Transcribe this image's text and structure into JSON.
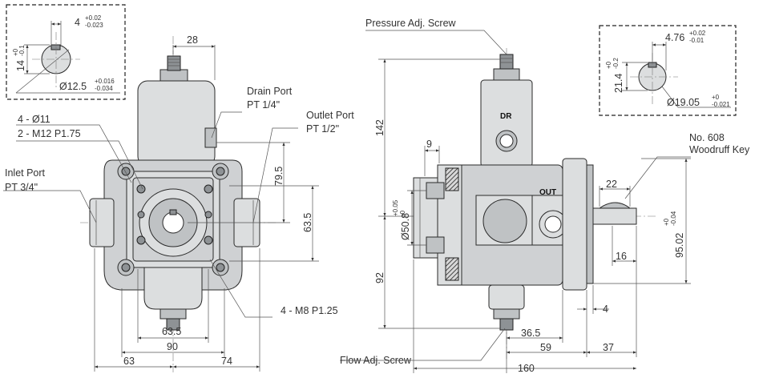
{
  "left_inset": {
    "key_width": "4",
    "key_width_tol_upper": "+0.02",
    "key_width_tol_lower": "-0.023",
    "key_depth": "14",
    "key_depth_tol_upper": "+0",
    "key_depth_tol_lower": "-0.1",
    "shaft_dia": "Ø12.5",
    "shaft_dia_tol_upper": "+0.016",
    "shaft_dia_tol_lower": "-0.034"
  },
  "front_view": {
    "dim_top": "28",
    "drain_port": "Drain Port",
    "drain_port_size": "PT 1/4\"",
    "outlet_port": "Outlet Port",
    "outlet_port_size": "PT 1/2\"",
    "bolt_holes": "4 - Ø11",
    "threads": "2 - M12 P1.75",
    "inlet_port": "Inlet Port",
    "inlet_port_size": "PT 3/4\"",
    "dim_vert_1": "79.5",
    "dim_vert_2": "63.5",
    "bolt_thread": "4 - M8 P1.25",
    "dim_bottom_1": "63.5",
    "dim_bottom_2": "90",
    "dim_bottom_left": "63",
    "dim_bottom_right": "74"
  },
  "side_view": {
    "pressure_adj": "Pressure Adj. Screw",
    "dr_mark": "DR",
    "out_mark": "OUT",
    "dim_142": "142",
    "dim_92": "92",
    "dim_9": "9",
    "pilot_dia": "Ø50.8",
    "pilot_tol_upper": "+0.05",
    "pilot_tol_lower": "-0",
    "woodruff_no": "No. 608",
    "woodruff_label": "Woodruff Key",
    "dim_22": "22",
    "dim_95_02": "95.02",
    "dim_95_02_tol_upper": "+0",
    "dim_95_02_tol_lower": "-0.04",
    "dim_16": "16",
    "dim_4": "4",
    "dim_36_5": "36.5",
    "dim_59": "59",
    "dim_37": "37",
    "dim_160": "160",
    "flow_adj": "Flow Adj. Screw"
  },
  "right_inset": {
    "key_width": "4.76",
    "key_width_tol_upper": "+0.02",
    "key_width_tol_lower": "-0.01",
    "key_depth": "21.4",
    "key_depth_tol_upper": "+0",
    "key_depth_tol_lower": "-0.2",
    "shaft_dia": "Ø19.05",
    "shaft_dia_tol_upper": "+0",
    "shaft_dia_tol_lower": "-0.021"
  }
}
